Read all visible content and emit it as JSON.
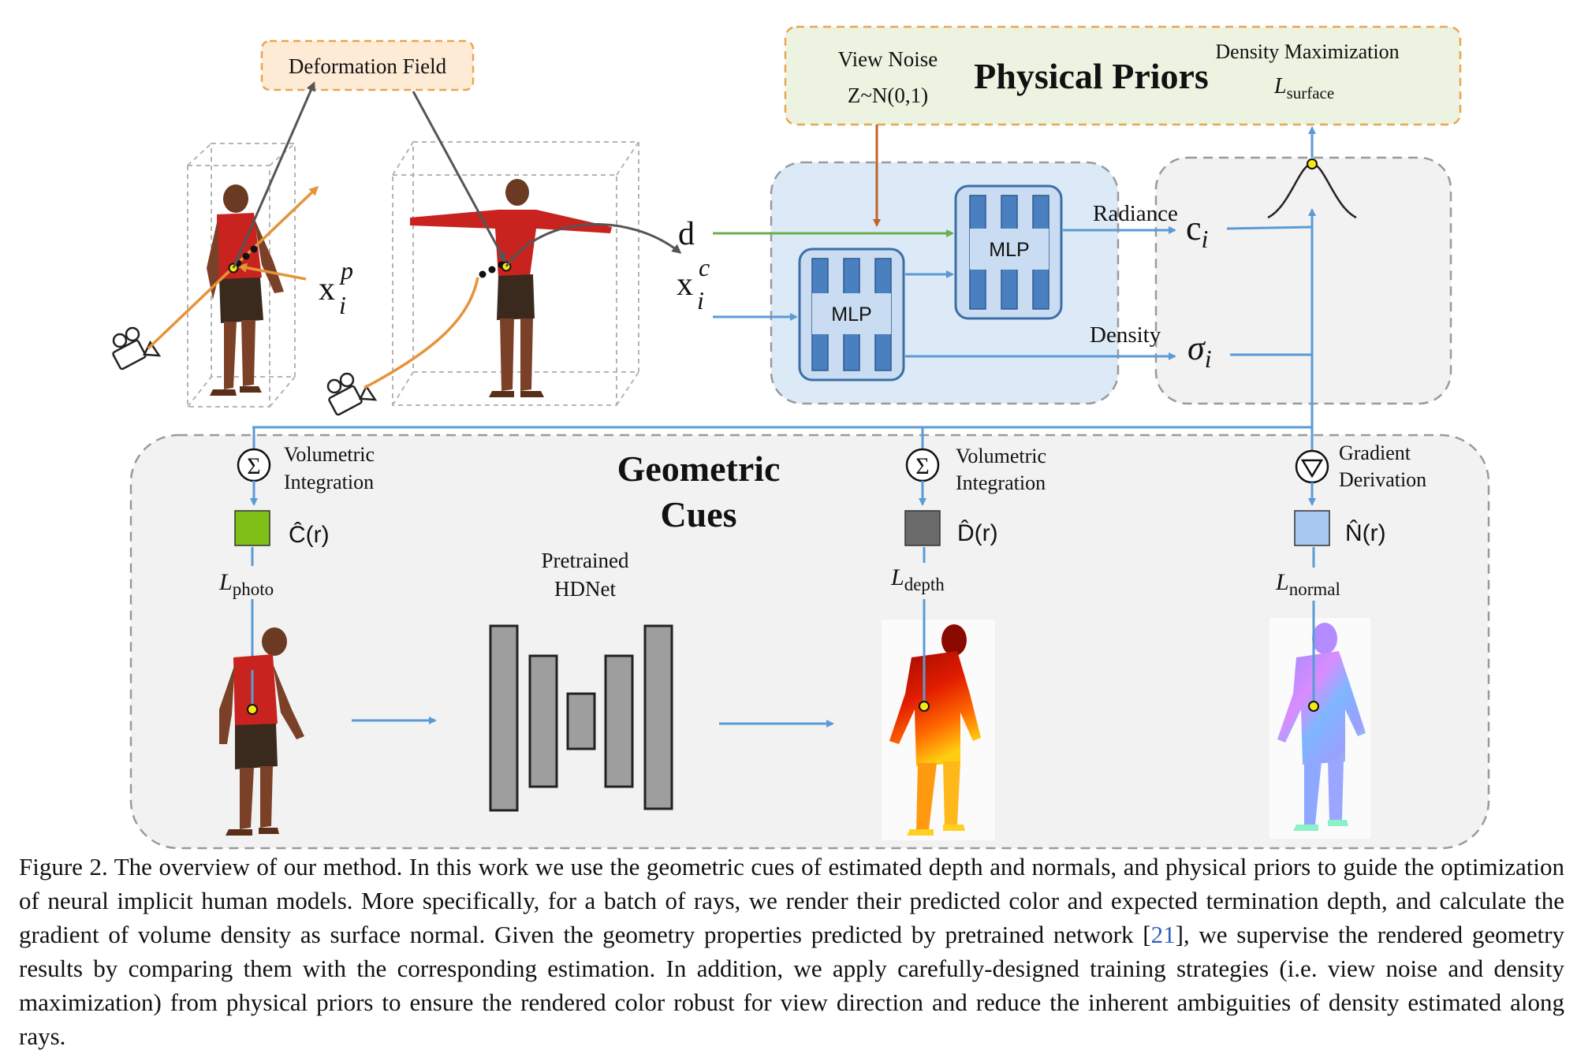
{
  "deformation_field": {
    "label": "Deformation Field"
  },
  "physical_priors": {
    "title": "Physical Priors",
    "view_noise_label": "View Noise",
    "view_noise_formula": "Z~N(0,1)",
    "density_max_label": "Density Maximization",
    "loss_base": "L",
    "loss_sub": "surface"
  },
  "points": {
    "xp_base": "x",
    "xp_sup": "p",
    "xp_sub": "i",
    "xc_base": "x",
    "xc_sup": "c",
    "xc_sub": "i",
    "d": "d"
  },
  "mlp": {
    "label": "MLP"
  },
  "outputs": {
    "radiance_label": "Radiance",
    "c_base": "c",
    "c_sub": "i",
    "density_label": "Density",
    "sigma_base": "σ",
    "sigma_sub": "i"
  },
  "geometric_cues": {
    "title_line1": "Geometric",
    "title_line2": "Cues",
    "sigma_symbol": "Σ",
    "nabla_symbol": "∇",
    "vol_int_line1": "Volumetric",
    "vol_int_line2": "Integration",
    "grad_line1": "Gradient",
    "grad_line2": "Derivation",
    "c_hat": "Ĉ(r)",
    "d_hat": "D̂(r)",
    "n_hat": "N̂(r)",
    "loss_base": "L",
    "l_photo_sub": "photo",
    "l_depth_sub": "depth",
    "l_normal_sub": "normal",
    "hdnet_line1": "Pretrained",
    "hdnet_line2": "HDNet"
  },
  "colors": {
    "blue_arrow": "#5b9bd5",
    "orange_arrow": "#e5943a",
    "green_arrow": "#6ab04c",
    "brown_arrow": "#c0632b",
    "c_hat_square": "#7fbf17",
    "d_hat_square": "#6b6b6b",
    "n_hat_square": "#a9c8ef",
    "physical_priors_bg": "#edf3e1",
    "deformation_bg": "#fdebd6",
    "mlp_panel_bg": "#dce9f6"
  },
  "caption": {
    "part1": "Figure 2.  The overview of our method.  In this work we use the geometric cues of estimated depth and normals, and physical priors to guide the optimization of neural implicit human models. More specifically, for a batch of rays, we render their predicted color and expected termination depth, and calculate the gradient of volume density as surface normal. Given the geometry properties predicted by pretrained network [",
    "ref": "21",
    "part2": "], we supervise the rendered geometry results by comparing them with the corresponding estimation.  In addition, we apply carefully-designed training strategies (i.e. view noise and density maximization) from physical priors to ensure the rendered color robust for view direction and reduce the inherent ambiguities of density estimated along rays."
  }
}
